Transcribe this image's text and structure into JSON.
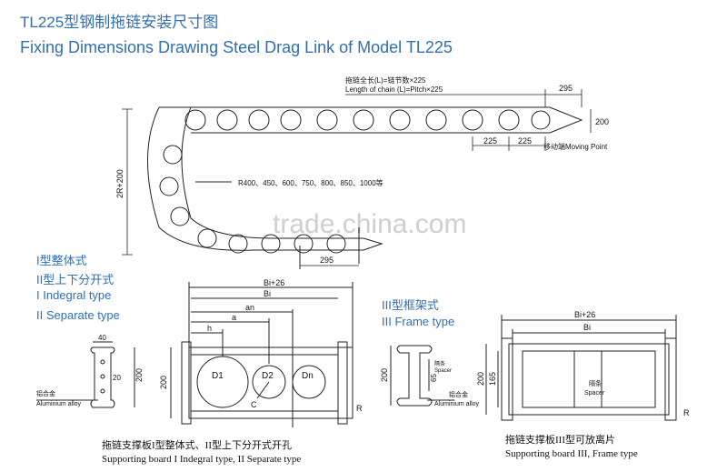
{
  "header": {
    "title_cn": "TL225型钢制拖链安装尺寸图",
    "title_en": "Fixing Dimensions Drawing Steel Drag Link of Model TL225"
  },
  "main_drawing": {
    "chain_length_cn": "拖链全长(L)=链节数×225",
    "chain_length_en": "Length of chain (L)=Pitch×225",
    "dim_top_295": "295",
    "dim_200": "200",
    "dim_pitch_a": "225",
    "dim_pitch_b": "225",
    "moving_point": "移动端Moving Point",
    "height_label": "2R+200",
    "radius_label": "R400、450、600、750、800、850、1000等",
    "dim_bottom_295": "295"
  },
  "types": {
    "type1_cn": "I型整体式",
    "type2_cn": "II型上下分开式",
    "type1_en": "I Indegral type",
    "type2_en": "II Separate type",
    "type3_cn": "III型框架式",
    "type3_en": "III Frame type"
  },
  "side_plate": {
    "w40": "40",
    "d20": "20",
    "h200": "200",
    "alloy_cn": "铝合金",
    "alloy_en": "Aluminium alloy"
  },
  "board_one": {
    "bi26": "Bi+26",
    "bi": "Bi",
    "an": "an",
    "a": "a",
    "h": "h",
    "h200": "200",
    "d1": "D1",
    "d2": "D2",
    "dn": "Dn",
    "c": "C",
    "r": "R",
    "caption_cn": "拖链支撑板I型整体式、II型上下分开式开孔",
    "caption_en": "Supporting board I Indegral type, II Separate type"
  },
  "frame_profile": {
    "h200": "200",
    "h65": "65",
    "spacer_cn": "隔条",
    "spacer_en": "Spacer",
    "alloy_cn": "铝合金",
    "alloy_en": "Aluminium alloy"
  },
  "board_three": {
    "bi26": "Bi+26",
    "bi": "Bi",
    "h200": "200",
    "h165": "165",
    "spacer_cn": "隔条",
    "spacer_en": "Spacer",
    "r": "R",
    "caption_cn": "拖链支撑板III型可放离片",
    "caption_en": "Supporting board III, Frame type"
  },
  "watermark": "trade.china.com",
  "colors": {
    "title_blue": "#2f6fb6",
    "line": "#222222"
  }
}
